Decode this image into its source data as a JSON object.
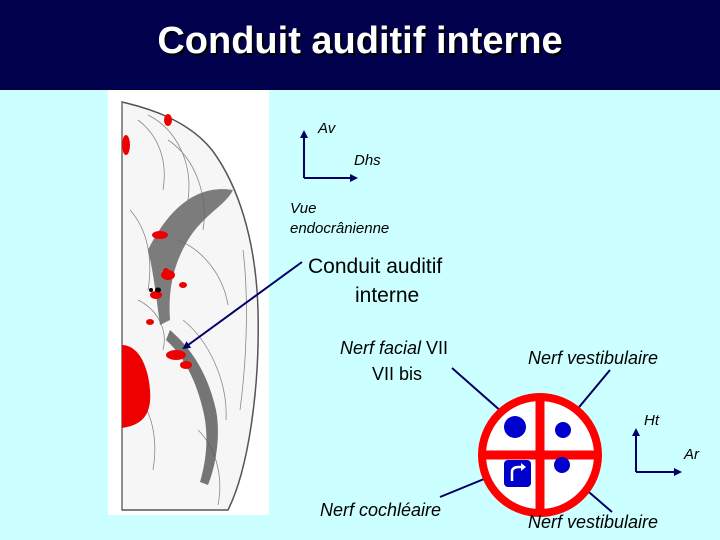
{
  "title": "Conduit auditif interne",
  "orientation_top": {
    "axis_up": "Av",
    "axis_right": "Dhs",
    "view_line1": "Vue",
    "view_line2": "endocrânienne"
  },
  "canal_label_line1": "Conduit auditif",
  "canal_label_line2": "interne",
  "facial_label_prefix": "Nerf facial",
  "facial_label_numeral": "VII",
  "facial_label_line2": "VII bis",
  "vestibular_top_label": "Nerf vestibulaire",
  "cochlear_label": "Nerf cochléaire",
  "vestibular_bottom_label": "Nerf vestibulaire",
  "orientation_bottom": {
    "axis_up": "Ht",
    "axis_right": "Ar"
  },
  "colors": {
    "title_bg": "#00004d",
    "slide_bg": "#ccffff",
    "circle_red": "#ff0000",
    "nerf_blue": "#0000cc",
    "arrow_navy": "#000066",
    "anat_red": "#ee0000"
  }
}
